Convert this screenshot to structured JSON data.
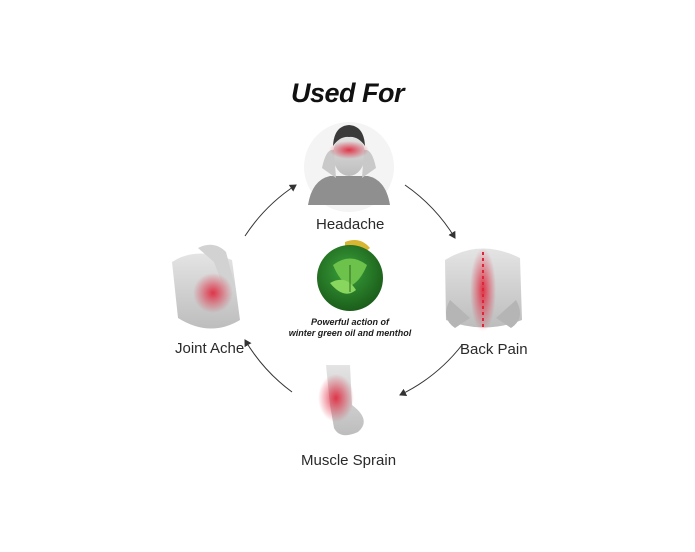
{
  "title": "Used For",
  "nodes": {
    "headache": "Headache",
    "back_pain": "Back Pain",
    "joint_ache": "Joint Ache",
    "muscle_sprain": "Muscle Sprain"
  },
  "center": {
    "caption_line1": "Powerful action of",
    "caption_line2": "winter green oil and menthol"
  },
  "colors": {
    "pain_red": "#e0243a",
    "leaf_green": "#2e8b2e",
    "arrow": "#333333"
  }
}
